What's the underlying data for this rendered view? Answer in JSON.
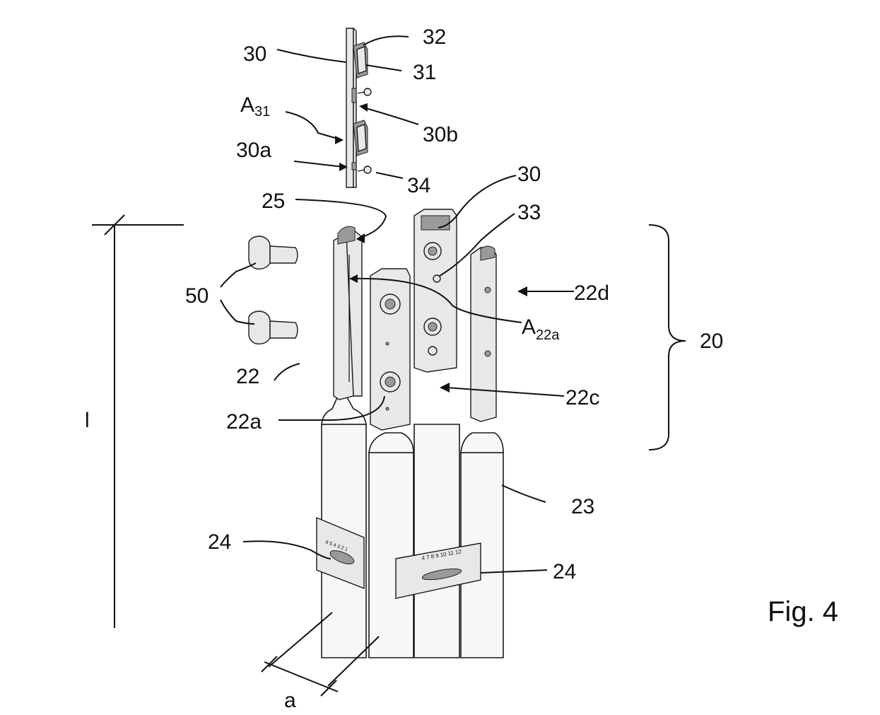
{
  "figure_label": "Fig. 4",
  "labels": {
    "l30_top": "30",
    "l32": "32",
    "l31": "31",
    "la31_main": "A",
    "la31_sub": "31",
    "l30b": "30b",
    "l30a": "30a",
    "l34": "34",
    "l25": "25",
    "l30_mid": "30",
    "l33": "33",
    "l50": "50",
    "l22d": "22d",
    "la22a_main": "A",
    "la22a_sub": "22a",
    "l20": "20",
    "l22": "22",
    "l22c": "22c",
    "l22a": "22a",
    "l_length": "l",
    "l23": "23",
    "l24_left": "24",
    "l24_right": "24",
    "l_a": "a"
  },
  "plate_left_text": "6 5 4 3 2 1",
  "plate_right_text": "4 7 8 9 10 11 12"
}
